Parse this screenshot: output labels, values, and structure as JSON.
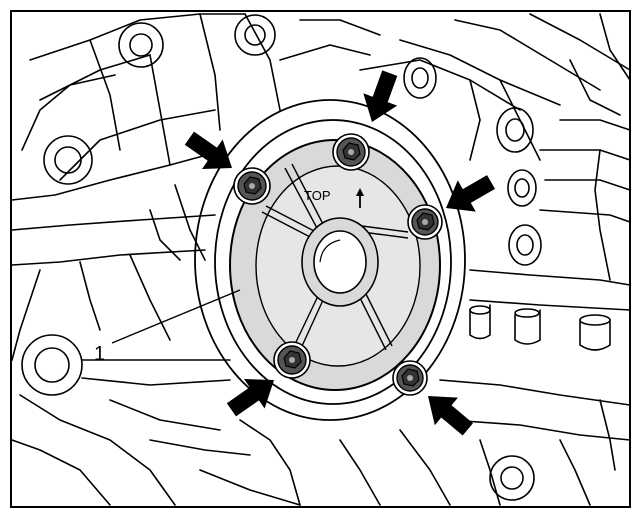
{
  "figure": {
    "callout_number": "1",
    "cover_marking": "TOP",
    "colors": {
      "line": "#000000",
      "cover_fill": "#d9d9d9",
      "cover_inner_fill": "#e6e6e6",
      "bolt_fill": "#555555",
      "background": "#ffffff"
    },
    "bolt_count": 5,
    "arrow_count": 5
  }
}
